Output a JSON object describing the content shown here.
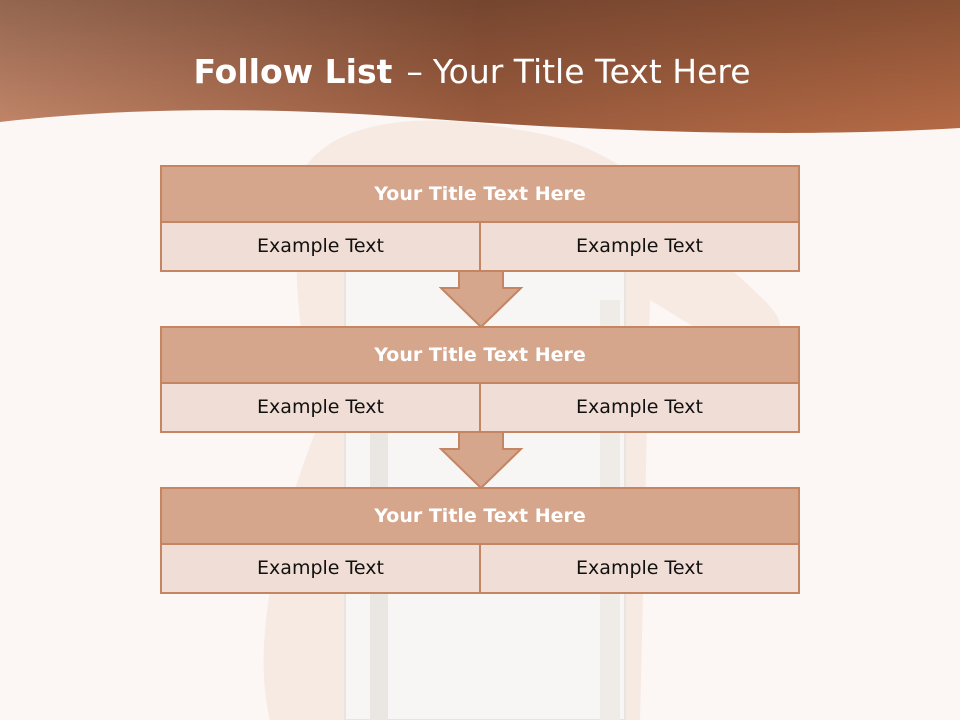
{
  "slide": {
    "title_bold": "Follow List",
    "title_dash": "–",
    "title_rest": "Your Title Text Here"
  },
  "rows": [
    {
      "title": "Your Title Text Here",
      "cells": [
        "Example Text",
        "Example Text"
      ]
    },
    {
      "title": "Your Title Text Here",
      "cells": [
        "Example Text",
        "Example Text"
      ]
    },
    {
      "title": "Your Title Text Here",
      "cells": [
        "Example Text",
        "Example Text"
      ]
    }
  ],
  "colors": {
    "header_band": "#b86e4b",
    "row_title_fill": "#d5a58c",
    "row_cell_fill": "#f0ddd5",
    "border": "#c48563"
  },
  "icons": [
    "down-arrow-icon",
    "down-arrow-icon"
  ]
}
